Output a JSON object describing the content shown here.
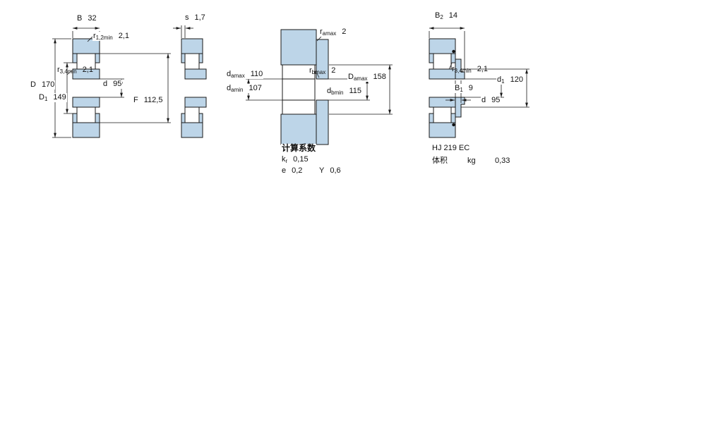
{
  "figures": {
    "fig1": {
      "B": {
        "sym": "B",
        "value": "32"
      },
      "r12": {
        "sym": "r",
        "sub": "1,2min",
        "value": "2,1"
      },
      "r34": {
        "sym": "r",
        "sub": "3,4min",
        "value": "2,1"
      },
      "D": {
        "sym": "D",
        "value": "170"
      },
      "D1": {
        "sym": "D",
        "sub": "1",
        "value": "149"
      },
      "d": {
        "sym": "d",
        "value": "95"
      },
      "F": {
        "sym": "F",
        "value": "112,5"
      }
    },
    "fig2": {
      "s": {
        "sym": "s",
        "value": "1,7"
      }
    },
    "fig3": {
      "ramax": {
        "sym": "r",
        "sub": "amax",
        "value": "2"
      },
      "rbmax": {
        "sym": "r",
        "sub": "bmax",
        "value": "2"
      },
      "damax": {
        "sym": "d",
        "sub": "amax",
        "value": "110"
      },
      "damin": {
        "sym": "d",
        "sub": "amin",
        "value": "107"
      },
      "Damax": {
        "sym": "D",
        "sub": "amax",
        "value": "158"
      },
      "dbmin": {
        "sym": "d",
        "sub": "bmin",
        "value": "115"
      }
    },
    "fig4": {
      "B2": {
        "sym": "B",
        "sub": "2",
        "value": "14"
      },
      "r34": {
        "sym": "r",
        "sub": "3,4min",
        "value": "2,1"
      },
      "B1": {
        "sym": "B",
        "sub": "1",
        "value": "9"
      },
      "d1": {
        "sym": "d",
        "sub": "1",
        "value": "120"
      },
      "d": {
        "sym": "d",
        "value": "95"
      }
    }
  },
  "calculation_factors": {
    "title": "计算系数",
    "kr": {
      "sym": "k",
      "sub": "r",
      "value": "0,15"
    },
    "e": {
      "sym": "e",
      "value": "0,2"
    },
    "Y": {
      "sym": "Y",
      "value": "0,6"
    }
  },
  "angle_ring": {
    "designation": "HJ 219 EC",
    "mass_label": "体积",
    "mass_unit": "kg",
    "mass_value": "0,33"
  },
  "colors": {
    "steel_section_fill": "#bdd5e8",
    "outline": "#1a1a1a",
    "background": "#ffffff"
  }
}
